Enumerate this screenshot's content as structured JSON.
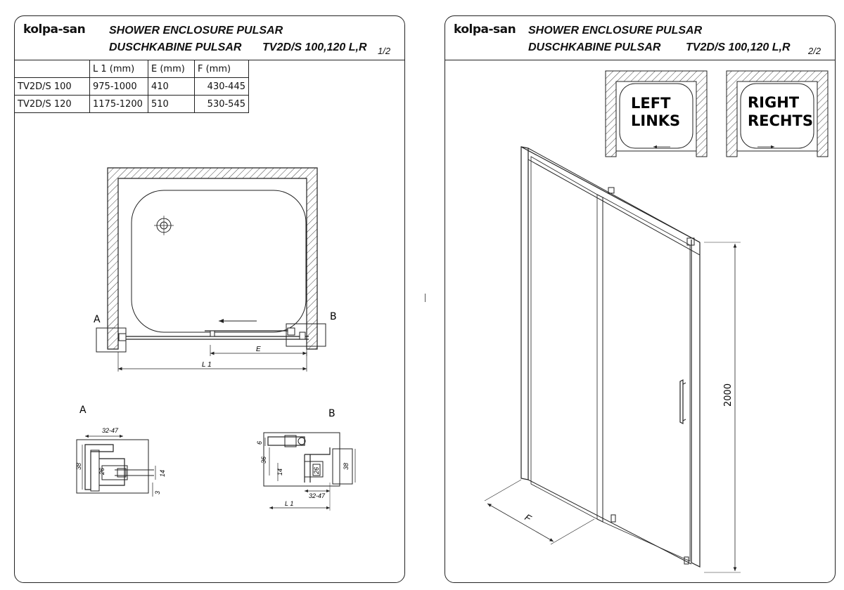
{
  "brand": {
    "logo": "kolpa-san"
  },
  "sheet1": {
    "title_en": "SHOWER ENCLOSURE PULSAR",
    "title_de": "DUSCHKABINE  PULSAR",
    "model": "TV2D/S 100,120 L,R",
    "page": "1/2",
    "table": {
      "headers": [
        "",
        "L 1  (mm)",
        "E (mm)",
        "F  (mm)"
      ],
      "rows": [
        [
          "TV2D/S 100",
          "975-1000",
          "410",
          "430-445"
        ],
        [
          "TV2D/S 120",
          "1175-1200",
          "510",
          "530-545"
        ]
      ]
    },
    "plan": {
      "label_a": "A",
      "label_b": "B",
      "dim_e": "E",
      "dim_l1": "L 1"
    },
    "detail_a": {
      "title": "A",
      "dims": [
        "32-47",
        "38",
        "26",
        "14",
        "3"
      ]
    },
    "detail_b": {
      "title": "B",
      "dims": [
        "6",
        "36",
        "14",
        "26",
        "38",
        "32-47",
        "L 1"
      ]
    }
  },
  "sheet2": {
    "title_en": "SHOWER ENCLOSURE PULSAR",
    "title_de": "DUSCHKABINE  PULSAR",
    "model": "TV2D/S 100,120 L,R",
    "page": "2/2",
    "badges": [
      {
        "line1": "LEFT",
        "line2": "LINKS"
      },
      {
        "line1": "RIGHT",
        "line2": "RECHTS"
      }
    ],
    "dims": {
      "height": "2000",
      "width": "F"
    }
  },
  "colors": {
    "line": "#222222",
    "hatch": "#444444",
    "tray": "#ffffff"
  }
}
